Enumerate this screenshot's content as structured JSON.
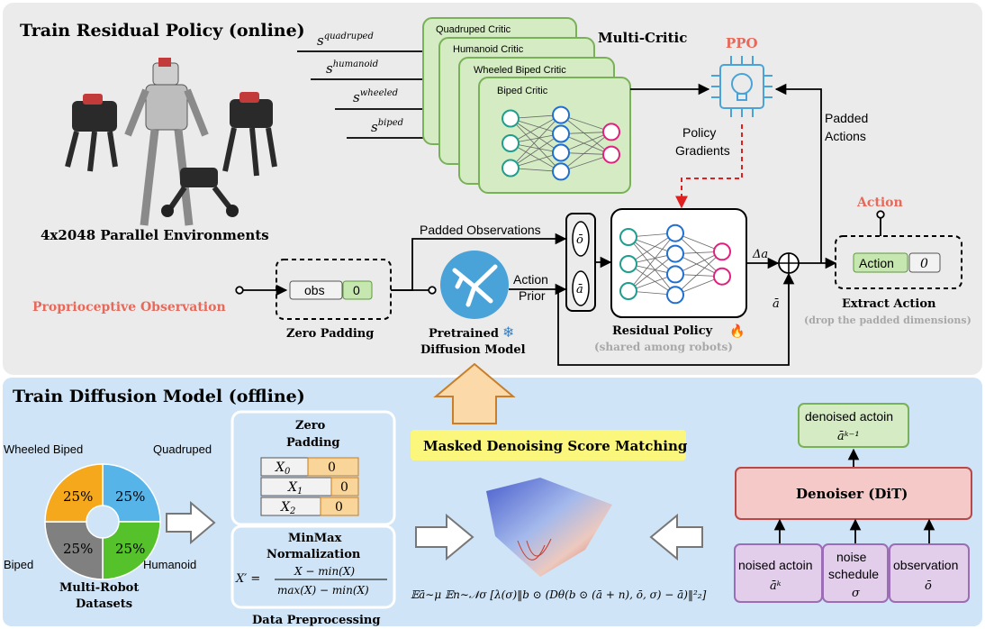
{
  "sections": {
    "online_title": "Train Residual Policy (online)",
    "offline_title": "Train Diffusion Model (offline)"
  },
  "online": {
    "env_label": "4x2048 Parallel Environments",
    "state_inputs": [
      {
        "base": "s",
        "sup": "quadruped"
      },
      {
        "base": "s",
        "sup": "humanoid"
      },
      {
        "base": "s",
        "sup": "wheeled"
      },
      {
        "base": "s",
        "sup": "biped"
      }
    ],
    "critics": [
      "Quadruped Critic",
      "Humanoid Critic",
      "Wheeled Biped Critic",
      "Biped Critic"
    ],
    "multi_critic_label": "Multi-Critic",
    "ppo_label": "PPO",
    "policy_gradients": [
      "Policy",
      "Gradients"
    ],
    "padded_actions": [
      "Padded",
      "Actions"
    ],
    "action_label": "Action",
    "proprio_label": "Proprioceptive Observation",
    "obs_box": "obs",
    "zero_box": "0",
    "zero_padding_label": "Zero Padding",
    "padded_obs_label": "Padded Observations",
    "obs_bar": "ō",
    "act_bar": "ā",
    "action_prior": [
      "Action",
      "Prior"
    ],
    "diffusion_label": [
      "Pretrained",
      "Diffusion Model"
    ],
    "residual_label": "Residual Policy",
    "residual_sub": "(shared among robots)",
    "delta_a": "Δa",
    "a_bar_small": "ā",
    "extract_box_action": "Action",
    "extract_box_zero": "0",
    "extract_label": "Extract Action",
    "extract_sub": "(drop the padded dimensions)"
  },
  "offline": {
    "pie_slices": [
      {
        "label": "Quadruped",
        "value": 25,
        "pct": "25%",
        "color": "#56b4e9"
      },
      {
        "label": "Humanoid",
        "value": 25,
        "pct": "25%",
        "color": "#55c22c"
      },
      {
        "label": "Biped",
        "value": 25,
        "pct": "25%",
        "color": "#808080"
      },
      {
        "label": "Wheeled Biped",
        "value": 25,
        "pct": "25%",
        "color": "#f5a81c"
      }
    ],
    "pie_title": [
      "Multi-Robot",
      "Datasets"
    ],
    "zp_title": [
      "Zero",
      "Padding"
    ],
    "zp_rows": [
      {
        "x": "X",
        "sub": "0",
        "z": "0"
      },
      {
        "x": "X",
        "sub": "1",
        "z": "0"
      },
      {
        "x": "X",
        "sub": "2",
        "z": "0"
      }
    ],
    "minmax_title": [
      "MinMax",
      "Normalization"
    ],
    "minmax_lhs": "X′ =",
    "minmax_num": "X − min(X)",
    "minmax_den": "max(X) − min(X)",
    "data_preprocessing": "Data Preprocessing",
    "mdsm_label": "Masked Denoising Score  Matching",
    "loss_formula": "𝔼ā∼μ 𝔼n∼𝒩σ [λ(σ)‖b ⊙ (Dθ(b ⊙ (ā + n), ō, σ) − ā)‖²₂]",
    "denoised_label": "denoised actoin",
    "denoised_sym": "āᵏ⁻¹",
    "denoiser_label": "Denoiser (DiT)",
    "inputs": [
      {
        "line1": "noised actoin",
        "line2": "āᵏ"
      },
      {
        "line1": "noise",
        "line2": "schedule",
        "line3": "σ"
      },
      {
        "line1": "observation",
        "line2": "ō"
      }
    ]
  },
  "colors": {
    "online_bg": "#ebebeb",
    "offline_bg": "#cfe4f6",
    "critic_fill": "#d5ebc4",
    "critic_stroke": "#79b158",
    "node_teal": "#1f9e8e",
    "node_blue": "#1f6fd1",
    "node_pink": "#e0207f",
    "accent_red": "#e8695a",
    "denoiser_fill": "#f6c9c9",
    "denoiser_stroke": "#b94848",
    "input_fill": "#e2cdea",
    "input_stroke": "#9a6db5",
    "highlight_yellow": "#fbf67c",
    "orange_arrow": "#fbd9a8"
  }
}
